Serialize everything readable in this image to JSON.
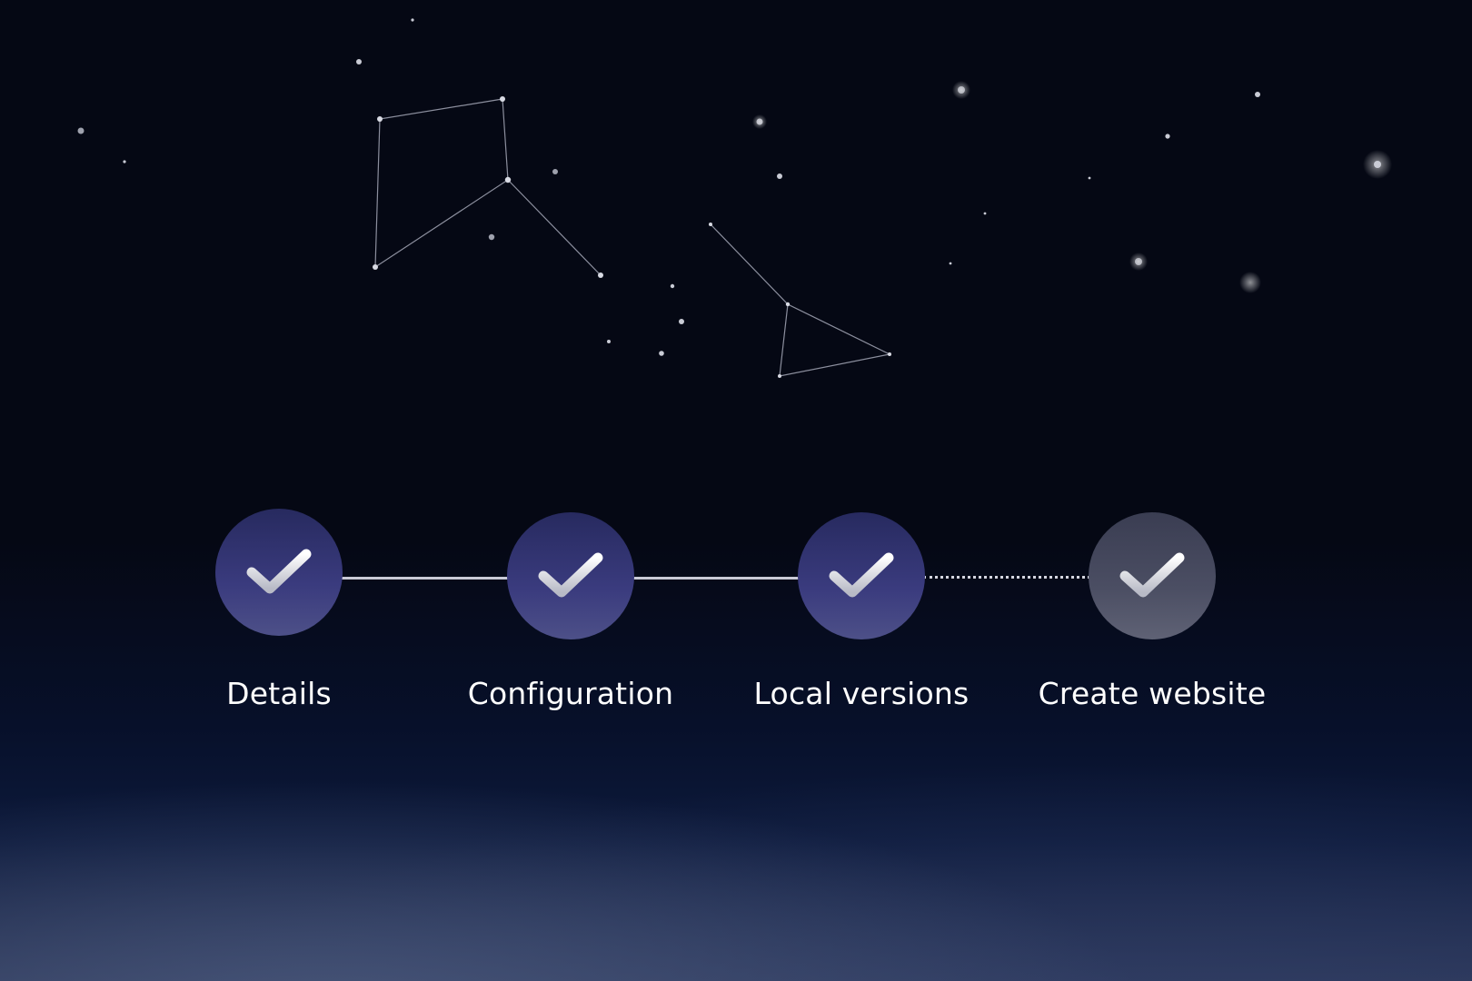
{
  "colors": {
    "background_top": "#050814",
    "background_bottom": "#3d4b6e",
    "step_done": "#34367a",
    "step_current": "#4b4e63",
    "connector": "#c9cad6",
    "label": "#ffffff"
  },
  "stepper": {
    "steps": [
      {
        "label": "Details",
        "status": "complete",
        "icon": "check-icon"
      },
      {
        "label": "Configuration",
        "status": "complete",
        "icon": "check-icon"
      },
      {
        "label": "Local versions",
        "status": "complete",
        "icon": "check-icon"
      },
      {
        "label": "Create website",
        "status": "current",
        "icon": "check-icon"
      }
    ],
    "connectors": [
      "solid",
      "solid",
      "dashed"
    ]
  },
  "background": {
    "decoration": "starry-sky",
    "constellations": 2
  }
}
